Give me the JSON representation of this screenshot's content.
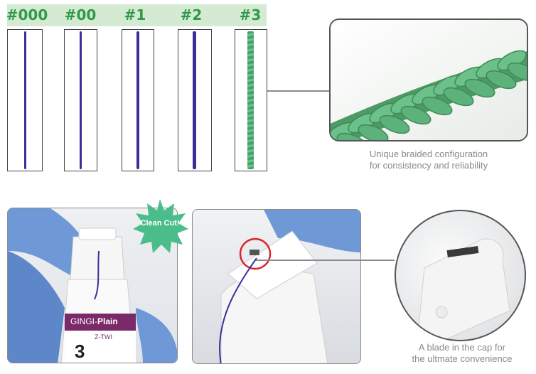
{
  "sizes": [
    {
      "label": "#000",
      "color": "#3b2f9a"
    },
    {
      "label": "#00",
      "color": "#3b2f9a"
    },
    {
      "label": "#1",
      "color": "#3b2f9a"
    },
    {
      "label": "#2",
      "color": "#3b2f9a"
    },
    {
      "label": "#3",
      "color": "#4aa06a"
    }
  ],
  "braid": {
    "caption_line1": "Unique braided configuration",
    "caption_line2": "for consistency and reliability",
    "color": "#5fb17a"
  },
  "badge": {
    "label": "Clean Cut!",
    "color": "#4bbd8a"
  },
  "bottle": {
    "brand_prefix": "GINGI-",
    "brand_name": "Plain",
    "sub": "Z-TWI",
    "number": "3",
    "brand_color": "#7a2a68"
  },
  "blade": {
    "caption_line1": "A blade in the cap for",
    "caption_line2": "the ultmate convenience"
  },
  "colors": {
    "band": "#d4ead2",
    "label": "#2e9a4a",
    "glove": "#6f98d6",
    "highlight": "#d8262a"
  }
}
